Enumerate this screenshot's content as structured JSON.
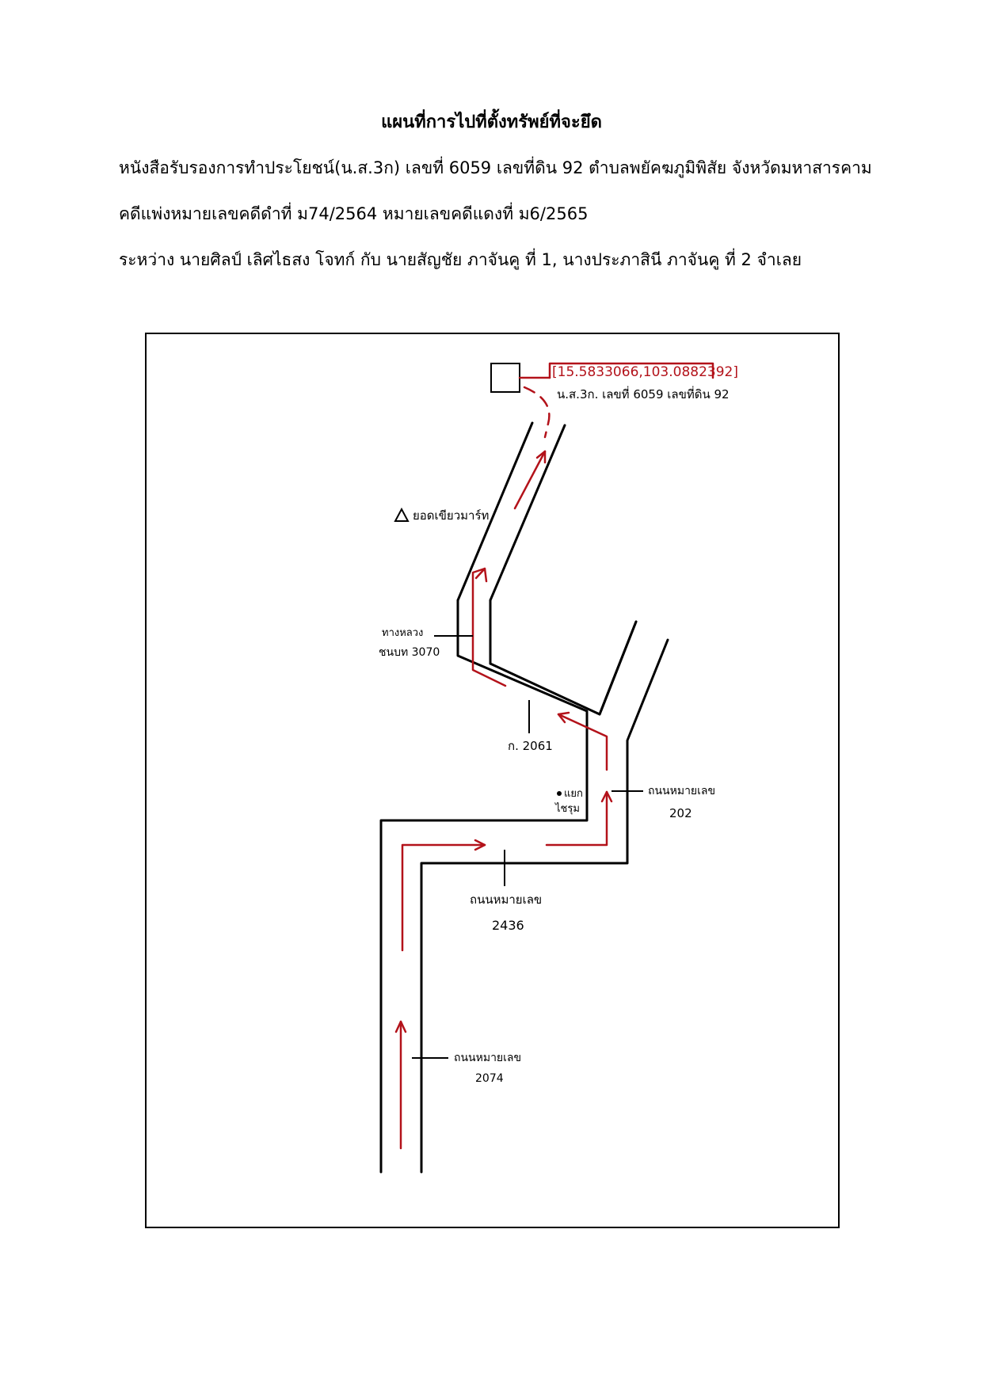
{
  "document": {
    "title": "แผนที่การไปที่ตั้งทรัพย์ที่จะยึด",
    "line1": "หนังสือรับรองการทำประโยชน์(น.ส.3ก) เลขที่ 6059 เลขที่ดิน 92 ตำบลพยัคฆภูมิพิสัย จังหวัดมหาสารคาม",
    "line2": "คดีแพ่งหมายเลขคดีดำที่ ม74/2564 หมายเลขคดีแดงที่ ม6/2565",
    "line3": "ระหว่าง นายศิลป์ เลิศไธสง โจทก์ กับ นายสัญชัย ภาจันคู ที่ 1, นางประภาสินี ภาจันคู ที่ 2 จำเลย"
  },
  "map": {
    "coordinates": "[15.5833066,103.0882392]",
    "parcel_label": "น.ส.3ก. เลขที่ 6059 เลขที่ดิน 92",
    "landmark_label": "ยอดเขียวมาร์ท",
    "highway_label_1": "ทางหลวง",
    "highway_label_2": "ชนบท 3070",
    "road_k2061": "ก. 2061",
    "junction_label_1": "แยก",
    "junction_label_2": "ไชรุม",
    "road_202_label_1": "ถนนหมายเลข",
    "road_202_label_2": "202",
    "road_2436_label_1": "ถนนหมายเลข",
    "road_2436_label_2": "2436",
    "road_2074_label_1": "ถนนหมายเลข",
    "road_2074_label_2": "2074",
    "colors": {
      "route": "#b3121a",
      "road": "#000000"
    }
  }
}
